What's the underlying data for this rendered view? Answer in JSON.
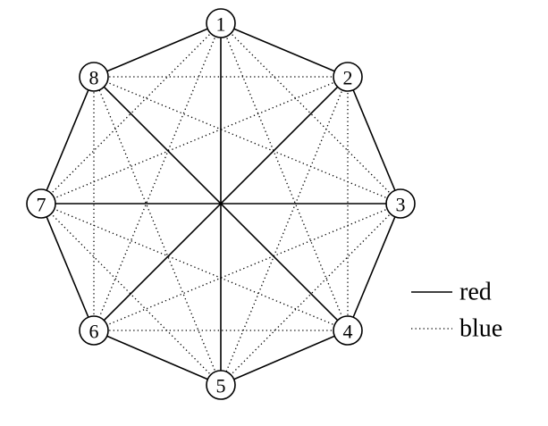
{
  "graph": {
    "nodes": [
      "1",
      "2",
      "3",
      "4",
      "5",
      "6",
      "7",
      "8"
    ],
    "solid_edges": [
      [
        "1",
        "2"
      ],
      [
        "2",
        "3"
      ],
      [
        "3",
        "4"
      ],
      [
        "4",
        "5"
      ],
      [
        "5",
        "6"
      ],
      [
        "6",
        "7"
      ],
      [
        "7",
        "8"
      ],
      [
        "8",
        "1"
      ],
      [
        "1",
        "5"
      ],
      [
        "2",
        "6"
      ],
      [
        "3",
        "7"
      ],
      [
        "4",
        "8"
      ]
    ],
    "dotted_edges": [
      [
        "1",
        "3"
      ],
      [
        "1",
        "4"
      ],
      [
        "1",
        "6"
      ],
      [
        "1",
        "7"
      ],
      [
        "2",
        "4"
      ],
      [
        "2",
        "5"
      ],
      [
        "2",
        "7"
      ],
      [
        "2",
        "8"
      ],
      [
        "3",
        "5"
      ],
      [
        "3",
        "6"
      ],
      [
        "3",
        "8"
      ],
      [
        "4",
        "6"
      ],
      [
        "4",
        "7"
      ],
      [
        "5",
        "7"
      ],
      [
        "5",
        "8"
      ],
      [
        "6",
        "8"
      ]
    ]
  },
  "legend": {
    "solid_label": "red",
    "dotted_label": "blue"
  }
}
